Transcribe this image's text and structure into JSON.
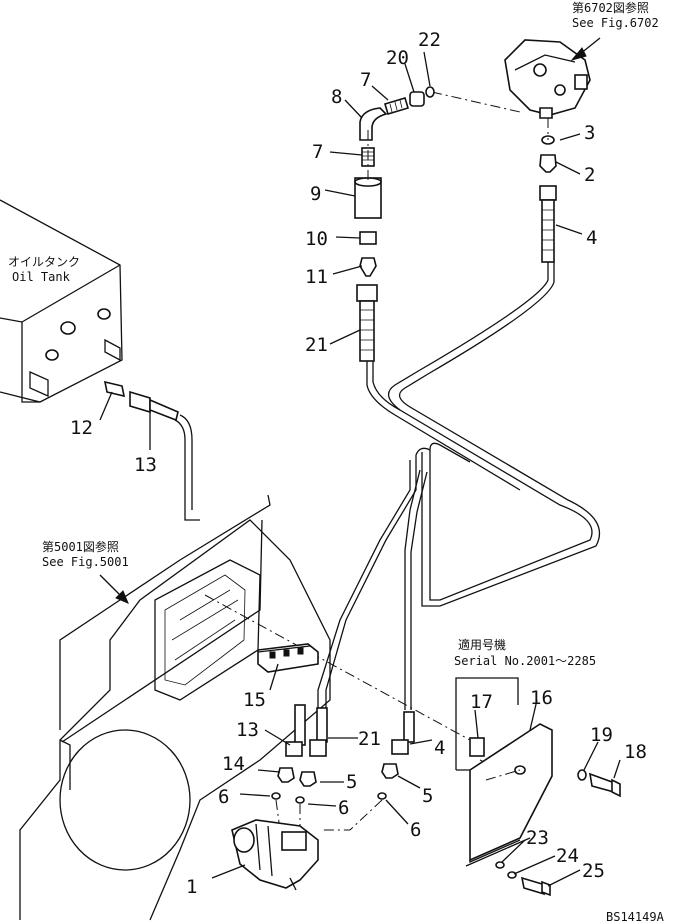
{
  "notes": {
    "ref_6702_jp": "第6702図参照",
    "ref_6702_en": "See Fig.6702",
    "ref_5001_jp": "第5001図参照",
    "ref_5001_en": "See Fig.5001",
    "oil_tank_jp": "オイルタンク",
    "oil_tank_en": "Oil Tank",
    "serial_jp": "適用号機",
    "serial_en": "Serial No.2001～2285",
    "drawing_code": "BS14149A"
  },
  "callouts": {
    "c1": "1",
    "c2": "2",
    "c3": "3",
    "c4a": "4",
    "c4b": "4",
    "c5a": "5",
    "c5b": "5",
    "c6a": "6",
    "c6b": "6",
    "c6c": "6",
    "c7a": "7",
    "c7b": "7",
    "c8": "8",
    "c9": "9",
    "c10": "10",
    "c11": "11",
    "c12": "12",
    "c13a": "13",
    "c13b": "13",
    "c14": "14",
    "c15": "15",
    "c16": "16",
    "c17": "17",
    "c18": "18",
    "c19": "19",
    "c20": "20",
    "c21a": "21",
    "c21b": "21",
    "c22": "22",
    "c23": "23",
    "c24": "24",
    "c25": "25"
  }
}
